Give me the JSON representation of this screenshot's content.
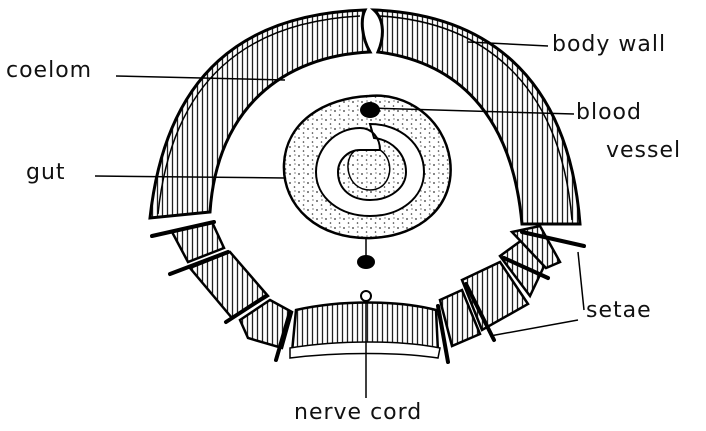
{
  "labels": {
    "body_wall": "body wall",
    "coelom": "coelom",
    "blood_vessel_1": "blood",
    "blood_vessel_2": "vessel",
    "gut": "gut",
    "setae": "setae",
    "nerve_cord": "nerve cord"
  }
}
